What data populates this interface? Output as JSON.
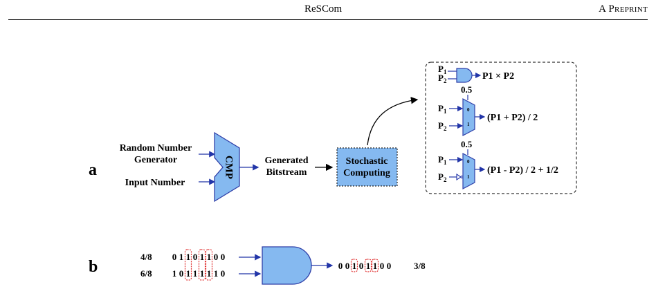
{
  "header": {
    "title": "ReSCom",
    "right_label": "A Preprint"
  },
  "panel_a": {
    "label": "a",
    "inputs": {
      "rng_line1": "Random Number",
      "rng_line2": "Generator",
      "input_number": "Input Number"
    },
    "comparator": "CMP",
    "bitstream_line1": "Generated",
    "bitstream_line2": "Bitstream",
    "sc_line1": "Stochastic",
    "sc_line2": "Computing",
    "ops": {
      "and": {
        "p1": "P",
        "p1_sub": "1",
        "p2": "P",
        "p2_sub": "2",
        "result": "P1 × P2"
      },
      "mux_add": {
        "sel": "0.5",
        "p1": "P",
        "p1_sub": "1",
        "p2": "P",
        "p2_sub": "2",
        "in0": "0",
        "in1": "1",
        "result": "(P1 + P2) / 2"
      },
      "mux_sub": {
        "sel": "0.5",
        "p1": "P",
        "p1_sub": "1",
        "p2": "P",
        "p2_sub": "2",
        "in0": "0",
        "in1": "1",
        "result": "(P1 - P2) / 2 + 1/2"
      }
    }
  },
  "panel_b": {
    "label": "b",
    "in1_value": "4/8",
    "in1_bits": [
      "0",
      "1",
      "1",
      "0",
      "1",
      "1",
      "0",
      "0"
    ],
    "in2_value": "6/8",
    "in2_bits": [
      "1",
      "0",
      "1",
      "1",
      "1",
      "1",
      "1",
      "0"
    ],
    "out_bits": [
      "0",
      "0",
      "1",
      "0",
      "1",
      "1",
      "0",
      "0"
    ],
    "out_value": "3/8",
    "highlighted_bits": [
      2,
      4,
      5
    ]
  },
  "colors": {
    "block_fill": "#85b9f0",
    "block_stroke": "#2f3fa8",
    "arrow": "#2235a8",
    "highlight": "#e03030",
    "dash_box": "#333333"
  }
}
